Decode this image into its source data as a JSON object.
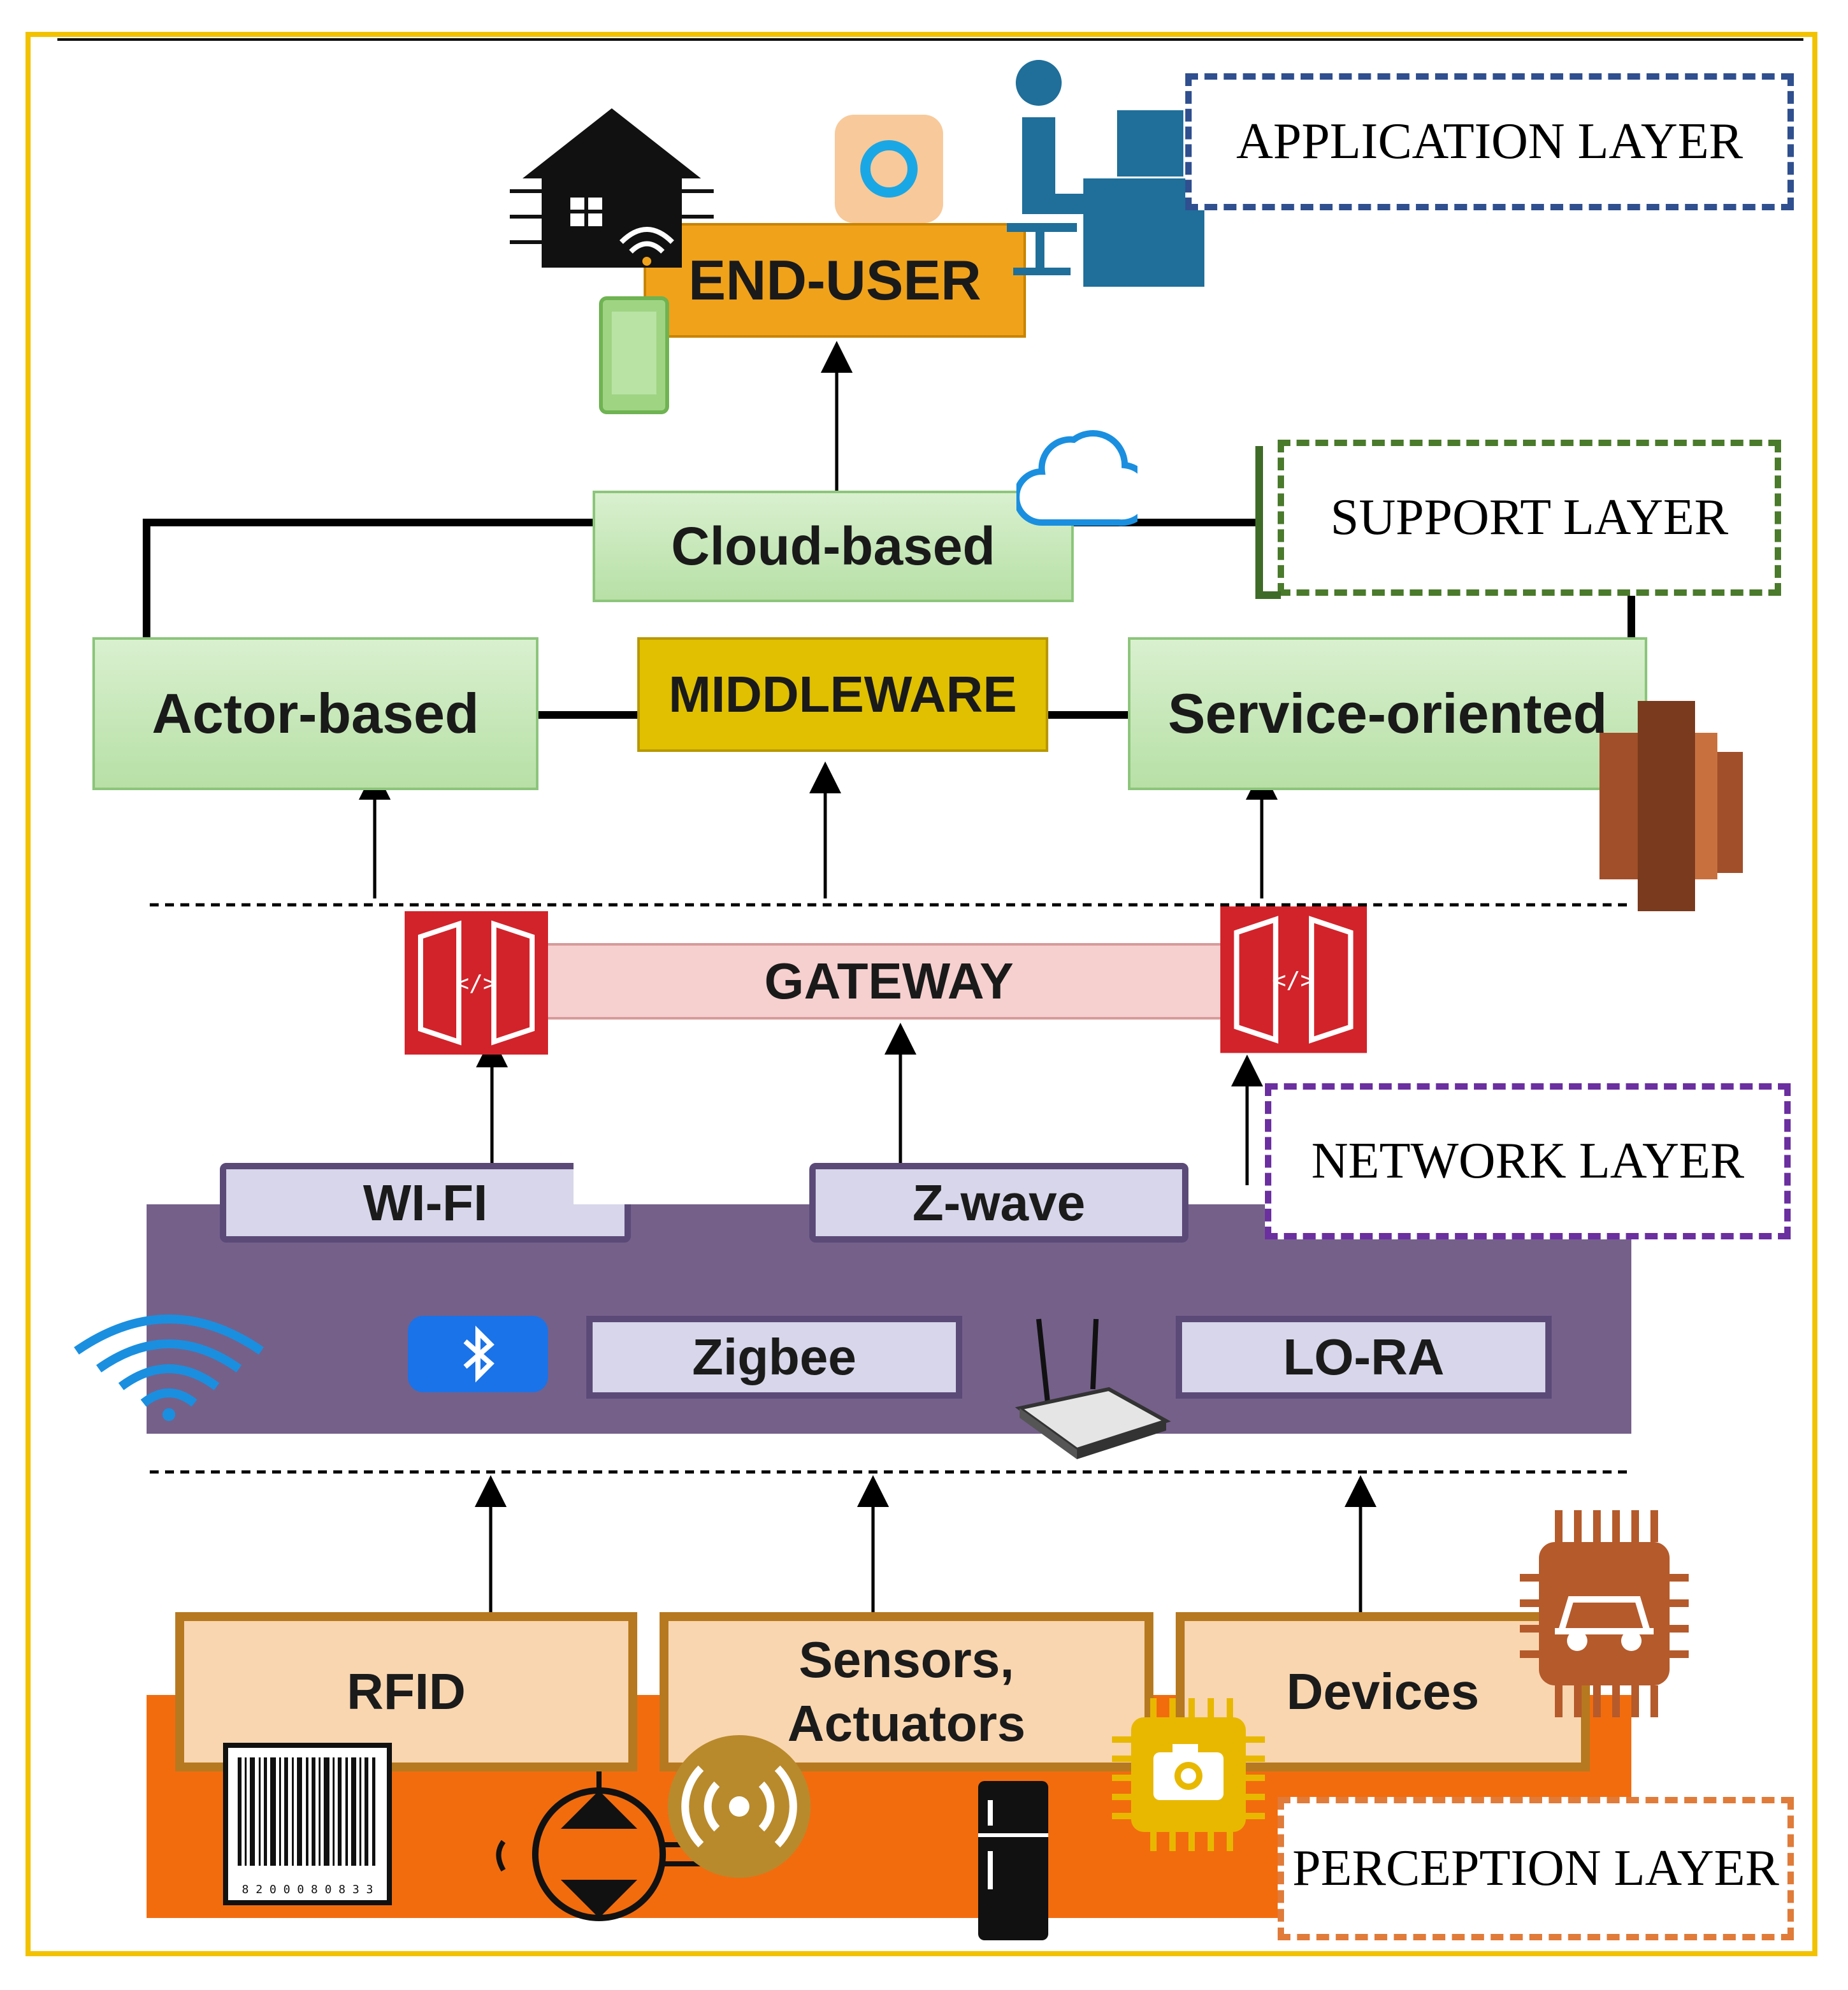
{
  "layers": {
    "application": "APPLICATION LAYER",
    "support": "SUPPORT LAYER",
    "network": "NETWORK LAYER",
    "perception": "PERCEPTION LAYER"
  },
  "application": {
    "end_user": "END-USER"
  },
  "support": {
    "cloud": "Cloud-based",
    "actor": "Actor-based",
    "middleware": "MIDDLEWARE",
    "service": "Service-oriented"
  },
  "network": {
    "gateway": "GATEWAY",
    "wifi": "WI-FI",
    "zwave": "Z-wave",
    "zigbee": "Zigbee",
    "lora": "LO-RA"
  },
  "perception": {
    "rfid": "RFID",
    "sensors_line1": "Sensors,",
    "sensors_line2": "Actuators",
    "devices": "Devices",
    "barcode_digits": "8 2 0 0 0 8 0 8 3 3"
  },
  "colors": {
    "frame": "#f2c200",
    "application_border": "#2f4f8f",
    "support_border": "#4a7a2c",
    "network_border": "#6b2fa0",
    "perception_border": "#e07b39",
    "end_user_bg": "#f0a21a",
    "middleware_bg": "#e0c000",
    "gateway_bg": "#f6cfcf",
    "network_panel": "#75608a",
    "perception_panel": "#f26c0e"
  }
}
